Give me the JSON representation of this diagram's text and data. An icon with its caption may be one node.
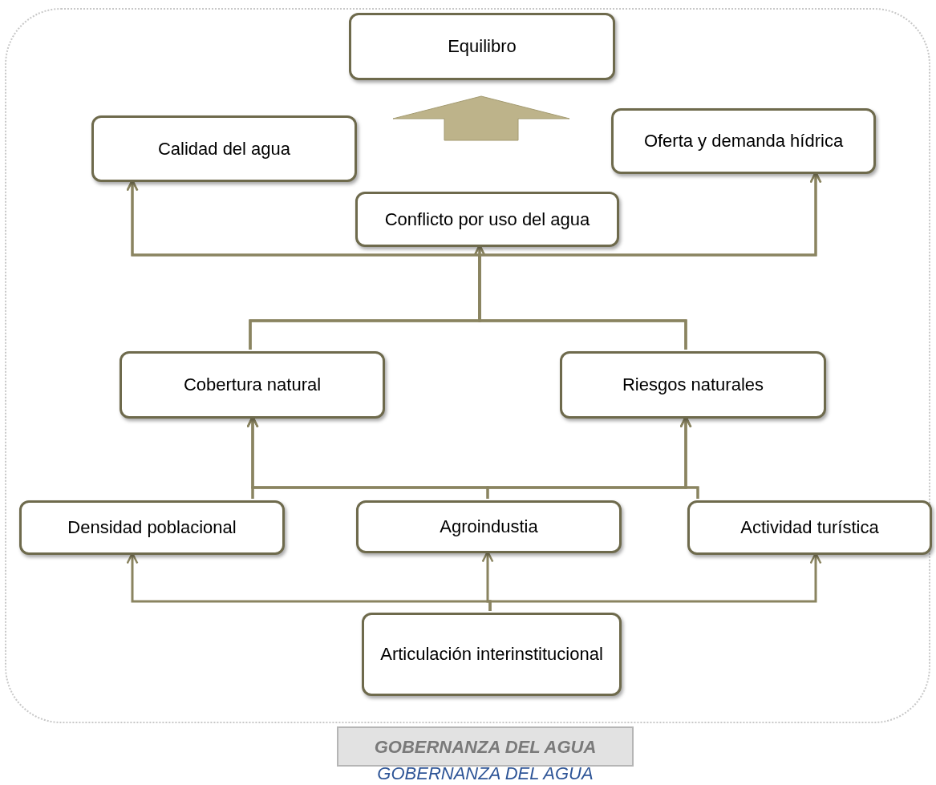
{
  "diagram": {
    "caption": "GOBERNANZA DEL AGUA",
    "nodes": [
      {
        "text": [],
        "shape": "box"
      },
      {
        "text": [
          "Equilibro"
        ],
        "in": 0
      },
      {
        "text": [
          "Calidad del agua"
        ],
        "in": 0
      },
      {
        "text": [
          "Oferta y demanda hídrica"
        ],
        "in": 0
      },
      {
        "text": [
          "Conflicto por uso del agua"
        ],
        "in": 0
      },
      {
        "text": [
          "Cobertura natural"
        ],
        "in": 0
      },
      {
        "text": [
          "Riesgos naturales"
        ],
        "in": 0
      },
      {
        "text": [
          "Densidad poblacional"
        ],
        "in": 0
      },
      {
        "text": [
          "Agroindustia"
        ],
        "in": 0
      },
      {
        "text": [
          "Actividad turística"
        ],
        "in": 0
      },
      {
        "text": [
          "Articulación interinstitucional"
        ],
        "in": 0
      },
      {
        "text": [
          "GOBERNANZA DEL AGUA"
        ]
      }
    ],
    "edges": [
      {
        "from": 4,
        "to": 1,
        "arrow": "to",
        "style": "thick"
      },
      {
        "from": 5,
        "to": 4,
        "arrow": "to"
      },
      {
        "from": 6,
        "to": 4,
        "arrow": "to"
      },
      {
        "from": 5,
        "to": 2,
        "arrow": "to"
      },
      {
        "from": 6,
        "to": 2,
        "arrow": "to"
      },
      {
        "from": 5,
        "to": 3,
        "arrow": "to"
      },
      {
        "from": 6,
        "to": 3,
        "arrow": "to"
      },
      {
        "from": 7,
        "to": 5,
        "arrow": "to"
      },
      {
        "from": 8,
        "to": 5,
        "arrow": "to"
      },
      {
        "from": 9,
        "to": 5,
        "arrow": "to"
      },
      {
        "from": 7,
        "to": 6,
        "arrow": "to"
      },
      {
        "from": 8,
        "to": 6,
        "arrow": "to"
      },
      {
        "from": 9,
        "to": 6,
        "arrow": "to"
      },
      {
        "from": 10,
        "to": 7,
        "arrow": "to"
      },
      {
        "from": 10,
        "to": 8,
        "arrow": "to"
      },
      {
        "from": 10,
        "to": 9,
        "arrow": "to"
      }
    ]
  }
}
